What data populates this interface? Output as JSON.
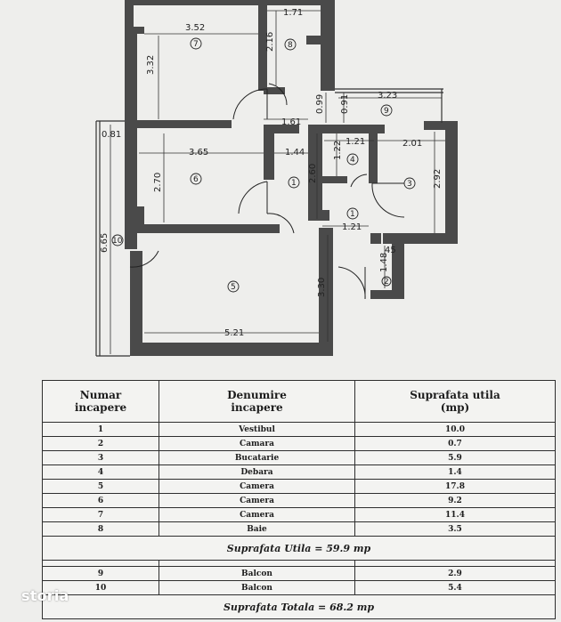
{
  "plan": {
    "dims": {
      "d_352": "3.52",
      "d_171": "1.71",
      "d_332": "3.32",
      "d_216": "2.16",
      "d_099": "0.99",
      "d_091": "0.91",
      "d_323": "3.23",
      "d_161": "1.61",
      "d_081": "0.81",
      "d_365": "3.65",
      "d_144": "1.44",
      "d_121a": "1.21",
      "d_201": "2.01",
      "d_122": "1.22",
      "d_270": "2.70",
      "d_260": "2.60",
      "d_292": "2.92",
      "d_665": "6.65",
      "d_121b": "1.21",
      "d_45": "45",
      "d_148": "1.48",
      "d_330": "3.30",
      "d_521": "5.21"
    },
    "room_numbers": {
      "r1a": "1",
      "r1b": "1",
      "r2": "2",
      "r3": "3",
      "r4": "4",
      "r5": "5",
      "r6": "6",
      "r7": "7",
      "r8": "8",
      "r9": "9",
      "r10": "10"
    }
  },
  "table": {
    "headers": {
      "col1_line1": "Numar",
      "col1_line2": "incapere",
      "col2_line1": "Denumire",
      "col2_line2": "incapere",
      "col3_line1": "Suprafata utila",
      "col3_line2": "(mp)"
    },
    "rows": [
      {
        "num": "1",
        "name": "Vestibul",
        "area": "10.0"
      },
      {
        "num": "2",
        "name": "Camara",
        "area": "0.7"
      },
      {
        "num": "3",
        "name": "Bucatarie",
        "area": "5.9"
      },
      {
        "num": "4",
        "name": "Debara",
        "area": "1.4"
      },
      {
        "num": "5",
        "name": "Camera",
        "area": "17.8"
      },
      {
        "num": "6",
        "name": "Camera",
        "area": "9.2"
      },
      {
        "num": "7",
        "name": "Camera",
        "area": "11.4"
      },
      {
        "num": "8",
        "name": "Baie",
        "area": "3.5"
      }
    ],
    "useful_total": "Suprafata Utila  =  59.9  mp",
    "balcony_rows": [
      {
        "num": "9",
        "name": "Balcon",
        "area": "2.9"
      },
      {
        "num": "10",
        "name": "Balcon",
        "area": "5.4"
      }
    ],
    "grand_total": "Suprafata Totala  =  68.2  mp"
  },
  "logo": {
    "text": "storia"
  }
}
